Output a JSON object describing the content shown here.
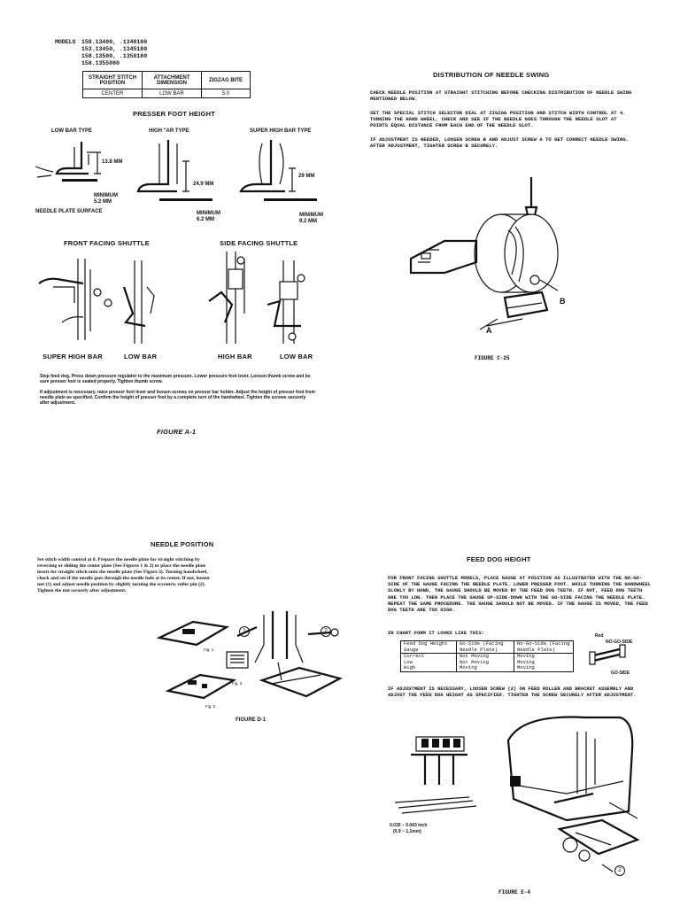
{
  "a": {
    "models_label": "MODELS",
    "models": [
      "158.13400, .1340180",
      "153.13450, .1345180",
      "158.13500, .1350180",
      "158.1355080"
    ],
    "table_headers": [
      "STRAIGHT STITCH POSITION",
      "ATTACHMENT DIMENSION",
      "ZIGZAG BITE"
    ],
    "table_row": [
      "CENTER",
      "LOW BAR",
      "5.0"
    ],
    "presser_title": "PRESSER FOOT HEIGHT",
    "types": [
      "LOW BAR TYPE",
      "HIGH \"AR TYPE",
      "SUPER HIGH BAR TYPE"
    ],
    "dims": [
      "13.8 MM",
      "24.9 MM",
      "29 MM"
    ],
    "minimums": [
      "MINIMUM 5.2 MM",
      "MINIMUM 6.2 MM",
      "MINIMUM 9.2 MM"
    ],
    "needle_plate_label": "NEEDLE PLATE SURFACE",
    "front_title": "FRONT FACING SHUTTLE",
    "side_title": "SIDE FACING SHUTTLE",
    "bar_labels": [
      "SUPER HIGH BAR",
      "LOW BAR",
      "HIGH BAR",
      "LOW BAR"
    ],
    "para1": "Step feed dog. Press down pressure regulator to the maximum pressure. Lower pressure foot lever. Loosen thumb screw and be sure presser foot is seated properly. Tighten thumb screw.",
    "para2": "If adjustment is necessary, raise presser foot lever and loosen screws on presser bar holder. Adjust the height of presser foot from needle plate as specified. Confirm the height of presser foot by a complete turn of the handwheel. Tighten the screws securely after adjustment.",
    "figure": "FIGURE A-1"
  },
  "c": {
    "title": "DISTRIBUTION OF NEEDLE SWING",
    "p1": "CHECK NEEDLE POSITION AT STRAIGHT STITCHING BEFORE CHECKING DISTRIBUTION OF NEEDLE SWING MENTIONED BELOW.",
    "p2": "SET THE SPECIAL STITCH SELECTOR DIAL AT ZIGZAG POSITION AND STITCH WIDTH CONTROL AT 4. TURNING THE HAND WHEEL, CHECK AND SEE IF THE NEEDLE GOES THROUGH THE NEEDLE SLOT AT POINTS EQUAL DISTANCE FROM EACH END OF THE NEEDLE SLOT.",
    "p3": "IF ADJUSTMENT IS NEEDED, LOOSEN SCREW B AND ADJUST SCREW A TO GET CORRECT NEEDLE SWING. AFTER ADJUSTMENT, TIGHTEN SCREW B SECURELY.",
    "label_a": "A",
    "label_b": "B",
    "figure": "FIGURE C-25"
  },
  "d": {
    "title": "NEEDLE POSITION",
    "text": "Set stitch width control at 0. Prepare the needle plate for straight stitching by reversing or sliding the center plate (See Figures 1 & 2) or place the needle plate insert for straight stitch onto the needle plate (See Figure 3). Turning handwheel, check and see if the needle goes through the needle hole at its center. If not, loosen nut (1) and adjust needle position by slightly turning the eccentric roller pin (2). Tighten the nut securely after adjustment.",
    "fig_labels": [
      "Fig. 1",
      "Fig. 2",
      "Fig. 3"
    ],
    "callouts": [
      "1",
      "2"
    ],
    "figure": "FIGURE D-1"
  },
  "e": {
    "title": "FEED DOG HEIGHT",
    "p1": "FOR FRONT FACING SHUTTLE MODELS, PLACE GAUGE AT POSITION AS ILLUSTRATED WITH THE NO-GO-SIDE OF THE GAUGE FACING THE NEEDLE PLATE. LOWER PRESSER FOOT. WHILE TURNING THE HANDWHEEL SLOWLY BY HAND, THE GAUGE SHOULD BE MOVED BY THE FEED DOG TEETH. IF NOT, FEED DOG TEETH ARE TOO LOW. THEN PLACE THE GAUGE UP-SIDE-DOWN WITH THE GO-SIDE FACING THE NEEDLE PLATE. REPEAT THE SAME PROCEDURE. THE GAUGE SHOULD NOT BE MOVED. IF THE GAUGE IS MOVED, THE FEED DOG TEETH ARE TOO HIGH.",
    "chart_intro": "IN CHART FORM IT LOOKS LIKE THIS:",
    "table_headers": [
      "Feed Dog Height Gauge",
      "Go-Side (Facing Needle Plate)",
      "No-Go-Side (Facing Needle Plate)"
    ],
    "table_rows": [
      [
        "Correct",
        "Not Moving",
        "Moving"
      ],
      [
        "Low",
        "Not Moving",
        "Moving"
      ],
      [
        "High",
        "Moving",
        "Moving"
      ]
    ],
    "gauge_labels": [
      "Red",
      "NO-GO-SIDE",
      "GO-SIDE"
    ],
    "p2": "IF ADJUSTMENT IS NECESSARY, LOOSEN SCREW (2) ON FEED ROLLER AND BRACKET ASSEMBLY AND ADJUST THE FEED DOG HEIGHT AS SPECIFIED. TIGHTEN THE SCREW SECURELY AFTER ADJUSTMENT.",
    "dim": "0.035 ~ 0.043 inch",
    "dim_mm": "(0.9 ~ 1.1mm)",
    "callout": "2",
    "figure": "FIGURE E-4"
  }
}
